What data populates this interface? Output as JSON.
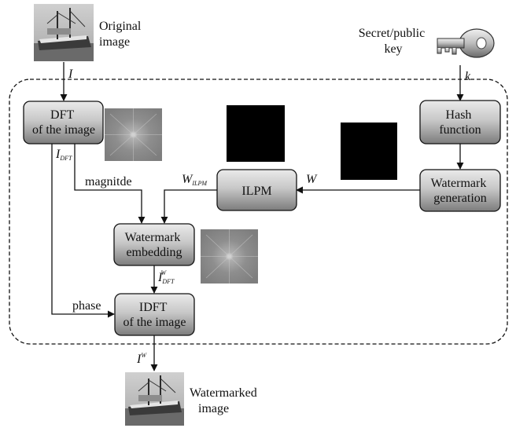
{
  "nodes": {
    "original_image_label": [
      "Original",
      "image"
    ],
    "key_label": [
      "Secret/public",
      "key"
    ],
    "dft_box": [
      "DFT",
      "of the image"
    ],
    "hash_box": [
      "Hash",
      "function"
    ],
    "wm_gen_box": [
      "Watermark",
      "generation"
    ],
    "ilpm_box": "ILPM",
    "embed_box": [
      "Watermark",
      "embedding"
    ],
    "idft_box": [
      "IDFT",
      "of the image"
    ],
    "watermarked_label": [
      "Watermarked",
      "image"
    ]
  },
  "edges": {
    "I": "I",
    "k": "k",
    "I_dft": {
      "base": "I",
      "sub": "DFT"
    },
    "magnitude": "magnitde",
    "W": "W",
    "W_ilpm": {
      "base": "W",
      "sub": "ILPM"
    },
    "I_dft_w": {
      "base": "I",
      "sub": "DFT",
      "sup": "W"
    },
    "phase": "phase",
    "I_w": {
      "base": "I",
      "sup": "W"
    }
  },
  "colors": {
    "box_light": "#e6e6e6",
    "box_dark": "#7a7a7a",
    "stroke": "#111111",
    "spectrum_bg": "#8a8a8a",
    "black_square": "#000000"
  }
}
